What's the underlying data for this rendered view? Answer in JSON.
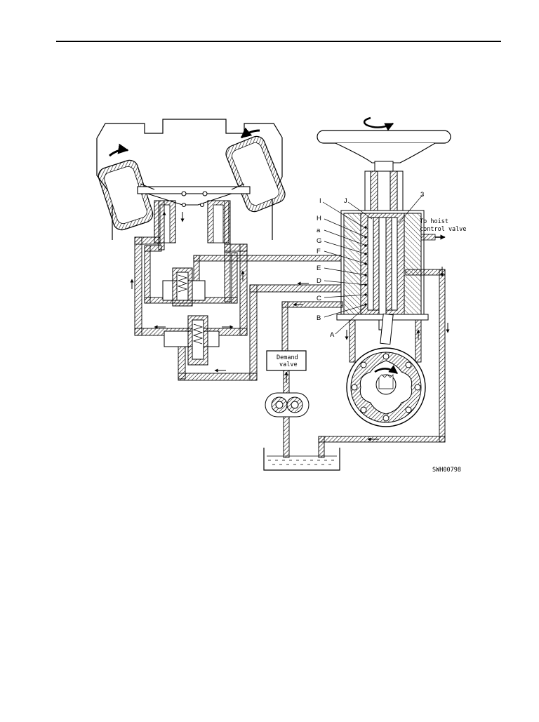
{
  "labels": {
    "I": "I",
    "J": "J",
    "three": "3",
    "H": "H",
    "a": "a",
    "G": "G",
    "F": "F",
    "E": "E",
    "D": "D",
    "C": "C",
    "B": "B",
    "A": "A"
  },
  "annotations": {
    "to_hoist_line1": "To hoist",
    "to_hoist_line2": "control valve",
    "demand_valve_line1": "Demand",
    "demand_valve_line2": "valve",
    "figure_code": "SWH00798"
  },
  "colors": {
    "ink": "#000000",
    "hatch": "#000000",
    "paper": "#ffffff"
  }
}
